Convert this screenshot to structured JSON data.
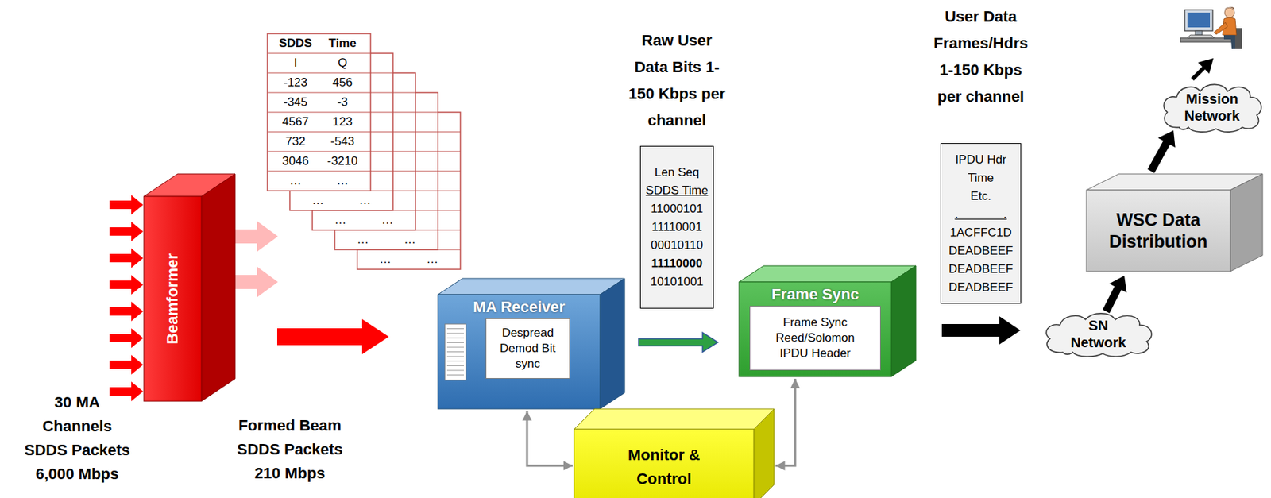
{
  "diagram": {
    "nodes": [
      {
        "text": [
          "Beamformer"
        ]
      },
      {
        "text": [
          "MA Receiver"
        ]
      },
      {
        "text": [
          "Despread Demod Bit sync"
        ],
        "in": 1
      },
      {
        "text": [
          "Raw User Data Bits 1-150 Kbps per channel",
          "Len Seq",
          "SDDS Time",
          "11000101",
          "11110001",
          "00010110",
          "11110000",
          "10101001"
        ]
      },
      {
        "text": [
          "Frame Sync"
        ]
      },
      {
        "text": [
          "Frame Sync Reed/Solomon IPDU Header"
        ],
        "in": 4
      },
      {
        "text": [
          "Monitor & Control"
        ]
      },
      {
        "text": [
          "User Data Frames/Hdrs 1-150 Kbps per channel",
          "IPDU Hdr",
          "Time",
          "Etc.",
          ". .",
          "1ACFFC1D",
          "DEADBEEF",
          "DEADBEEF",
          "DEADBEEF"
        ]
      },
      {
        "text": [
          "SN Network"
        ]
      },
      {
        "text": [
          "WSC Data Distribution"
        ]
      },
      {
        "text": [
          "Mission Network"
        ]
      }
    ],
    "edges": [
      {
        "from": 0,
        "to": 1,
        "arrow": "to"
      },
      {
        "from": 1,
        "to": 4,
        "arrow": "to"
      },
      {
        "from": 4,
        "to": 8,
        "arrow": "to"
      },
      {
        "from": 8,
        "to": 9,
        "arrow": "to"
      },
      {
        "from": 9,
        "to": 10,
        "arrow": "to"
      },
      {
        "from": 6,
        "to": 1,
        "arrow": "both"
      },
      {
        "from": 6,
        "to": 4,
        "arrow": "both"
      }
    ],
    "labels": [
      "30 MA Channels SDDS Packets 6,000 Mbps",
      "Formed Beam SDDS Packets 210 Mbps",
      "SDDS",
      "Time",
      "I",
      "Q",
      "-123",
      "456",
      "-345",
      "-3",
      "4567",
      "123",
      "732",
      "-543",
      "3046",
      "-3210",
      "…",
      "…",
      "…",
      "…",
      "…",
      "…",
      "…",
      "…",
      "…",
      "…"
    ]
  }
}
